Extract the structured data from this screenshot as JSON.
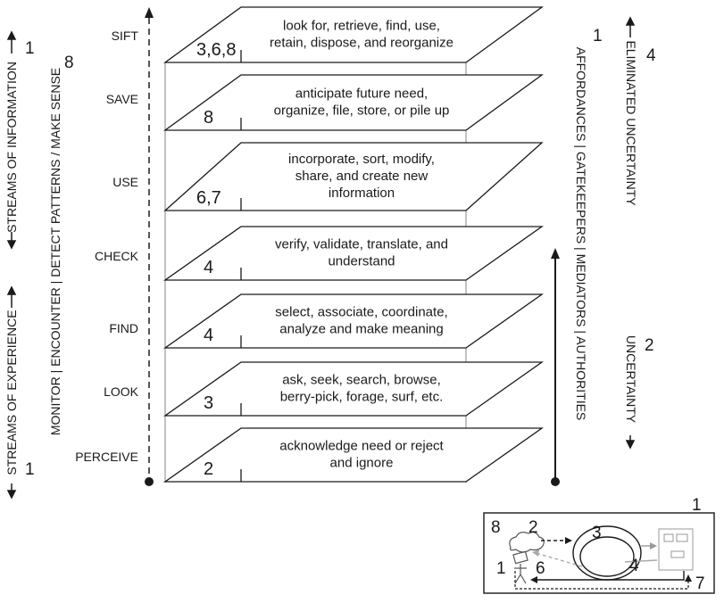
{
  "levels": [
    {
      "label": "SIFT",
      "number": "3,6,8",
      "lines": [
        "look for, retrieve, find, use,",
        "retain, dispose, and reorganize"
      ]
    },
    {
      "label": "SAVE",
      "number": "8",
      "lines": [
        "anticipate future need,",
        "organize, file, store, or pile up"
      ]
    },
    {
      "label": "USE",
      "number": "6,7",
      "lines": [
        "incorporate, sort, modify,",
        "share, and create new",
        "information"
      ]
    },
    {
      "label": "CHECK",
      "number": "4",
      "lines": [
        "verify, validate, translate, and",
        "understand"
      ]
    },
    {
      "label": "FIND",
      "number": "4",
      "lines": [
        "select, associate, coordinate,",
        "analyze and make meaning"
      ]
    },
    {
      "label": "LOOK",
      "number": "3",
      "lines": [
        "ask, seek, search, browse,",
        "berry-pick, forage, surf, etc."
      ]
    },
    {
      "label": "PERCEIVE",
      "number": "2",
      "lines": [
        "acknowledge need or reject",
        "and ignore"
      ]
    }
  ],
  "left": {
    "info_label": "STREAMS OF INFORMATION",
    "info_num": "1",
    "experience_label": "STREAMS OF EXPERIENCE",
    "experience_num": "1",
    "monitor_label": "MONITOR | ENCOUNTER | DETECT PATTERNS / MAKE SENSE",
    "monitor_num": "8"
  },
  "right": {
    "affordances_label": "AFFORDANCES | GATEKEEPERS | MEDIATORS | AUTHORITIES",
    "affordances_num": "1",
    "eliminated_label": "ELIMINATED UNCERTAINTY",
    "eliminated_num": "4",
    "uncertainty_label": "UNCERTAINTY",
    "uncertainty_num": "2"
  },
  "inset": {
    "corner_num": "1",
    "n8": "8",
    "n2": "2",
    "n3": "3",
    "n1": "1",
    "n6": "6",
    "n4": "4",
    "n7": "7"
  }
}
